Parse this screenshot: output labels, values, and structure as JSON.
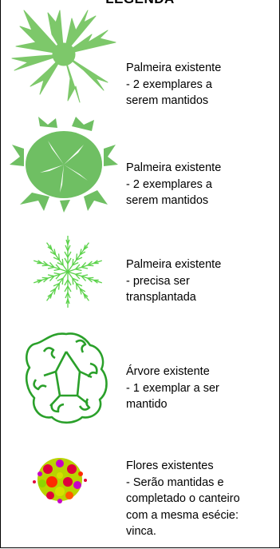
{
  "legend": {
    "title": "LEGENDA",
    "items": [
      {
        "symbol": "palm-tree-icon",
        "color": "#7dc86a",
        "label": "Palmeira existente\n- 2 exemplares a\nserem mantidos"
      },
      {
        "symbol": "bushy-palm-icon",
        "color": "#6fbf63",
        "label": "Palmeira existente\n- 2 exemplares a\nserem mantidos"
      },
      {
        "symbol": "star-palm-icon",
        "color": "#5bd24a",
        "label": "Palmeira existente\n- precisa ser\ntransplantada"
      },
      {
        "symbol": "tree-outline-icon",
        "color": "#2aa02a",
        "label": "Árvore existente\n- 1 exemplar a ser\nmantido"
      },
      {
        "symbol": "flowers-icon",
        "colors": [
          "#e0003c",
          "#d4e000",
          "#8fd400",
          "#c800c8",
          "#ff5a00"
        ],
        "label": "Flores existentes\n- Serão mantidas e\ncompletado o canteiro\ncom a mesma esécie:\nvinca."
      }
    ]
  }
}
